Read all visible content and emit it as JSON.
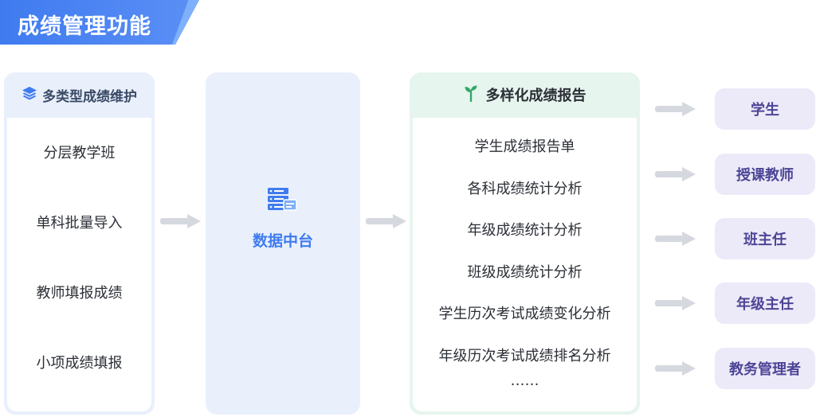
{
  "title": "成绩管理功能",
  "input_panel": {
    "header": "多类型成绩维护",
    "items": [
      "分层教学班",
      "单科批量导入",
      "教师填报成绩",
      "小项成绩填报"
    ]
  },
  "data_center": {
    "label": "数据中台"
  },
  "report_panel": {
    "header": "多样化成绩报告",
    "items": [
      "学生成绩报告单",
      "各科成绩统计分析",
      "年级成绩统计分析",
      "班级成绩统计分析",
      "学生历次考试成绩变化分析",
      "年级历次考试成绩排名分析",
      "……"
    ]
  },
  "roles": [
    "学生",
    "授课教师",
    "班主任",
    "年级主任",
    "教务管理者"
  ],
  "colors": {
    "primary": "#3f7bf0",
    "panel_blue": "#e9f0fc",
    "panel_green": "#e6f5ee",
    "role_bg": "#eceaf8",
    "role_text": "#4d4596",
    "arrow": "#d5d8de",
    "sprout": "#35a86a"
  },
  "icons": {
    "input_header": "layers-icon",
    "data_center": "server-database-icon",
    "report_header": "sprout-icon"
  }
}
